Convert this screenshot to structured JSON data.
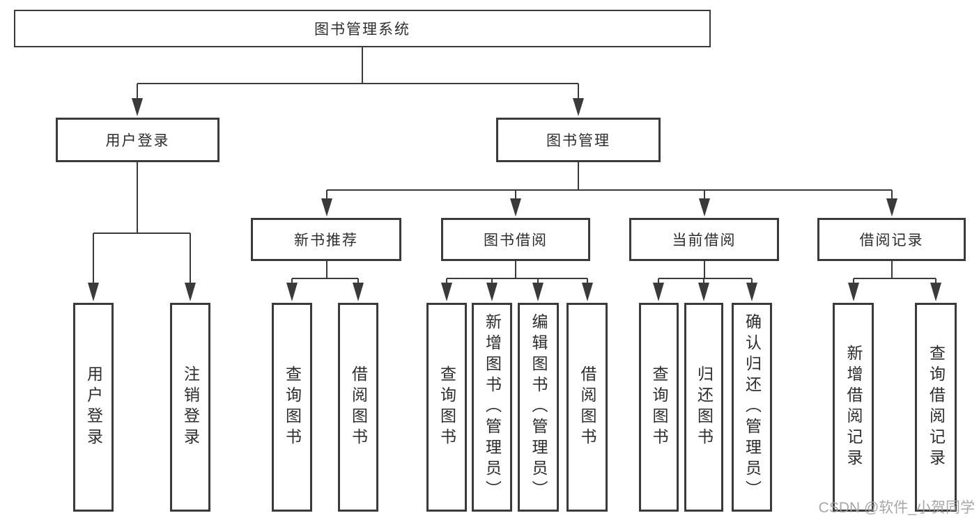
{
  "colors": {
    "line": "#3a3a3a",
    "text": "#2d2d2d",
    "watermark": "#9e9e9e",
    "background": "#ffffff"
  },
  "watermark": {
    "text": "CSDN @软件_小贺同学"
  },
  "nodes": {
    "root": {
      "label": "图书管理系统"
    },
    "login": {
      "label": "用户登录"
    },
    "mgmt": {
      "label": "图书管理"
    },
    "login_user": {
      "label": "用户登录"
    },
    "login_logout": {
      "label": "注销登录"
    },
    "newbook": {
      "label": "新书推荐"
    },
    "borrow": {
      "label": "图书借阅"
    },
    "current": {
      "label": "当前借阅"
    },
    "records": {
      "label": "借阅记录"
    },
    "newbook_query": {
      "label": "查询图书"
    },
    "newbook_borrow": {
      "label": "借阅图书"
    },
    "borrow_query": {
      "label": "查询图书"
    },
    "borrow_add": {
      "label": "新增图书（管理员）"
    },
    "borrow_edit": {
      "label": "编辑图书（管理员）"
    },
    "borrow_borrow": {
      "label": "借阅图书"
    },
    "current_query": {
      "label": "查询图书"
    },
    "current_return": {
      "label": "归还图书"
    },
    "current_confirm": {
      "label": "确认归还（管理员）"
    },
    "records_add": {
      "label": "新增借阅记录"
    },
    "records_query": {
      "label": "查询借阅记录"
    }
  },
  "edges": [
    [
      "root",
      "login"
    ],
    [
      "root",
      "mgmt"
    ],
    [
      "login",
      "login_user"
    ],
    [
      "login",
      "login_logout"
    ],
    [
      "mgmt",
      "newbook"
    ],
    [
      "mgmt",
      "borrow"
    ],
    [
      "mgmt",
      "current"
    ],
    [
      "mgmt",
      "records"
    ],
    [
      "newbook",
      "newbook_query"
    ],
    [
      "newbook",
      "newbook_borrow"
    ],
    [
      "borrow",
      "borrow_query"
    ],
    [
      "borrow",
      "borrow_add"
    ],
    [
      "borrow",
      "borrow_edit"
    ],
    [
      "borrow",
      "borrow_borrow"
    ],
    [
      "current",
      "current_query"
    ],
    [
      "current",
      "current_return"
    ],
    [
      "current",
      "current_confirm"
    ],
    [
      "records",
      "records_add"
    ],
    [
      "records",
      "records_query"
    ]
  ]
}
